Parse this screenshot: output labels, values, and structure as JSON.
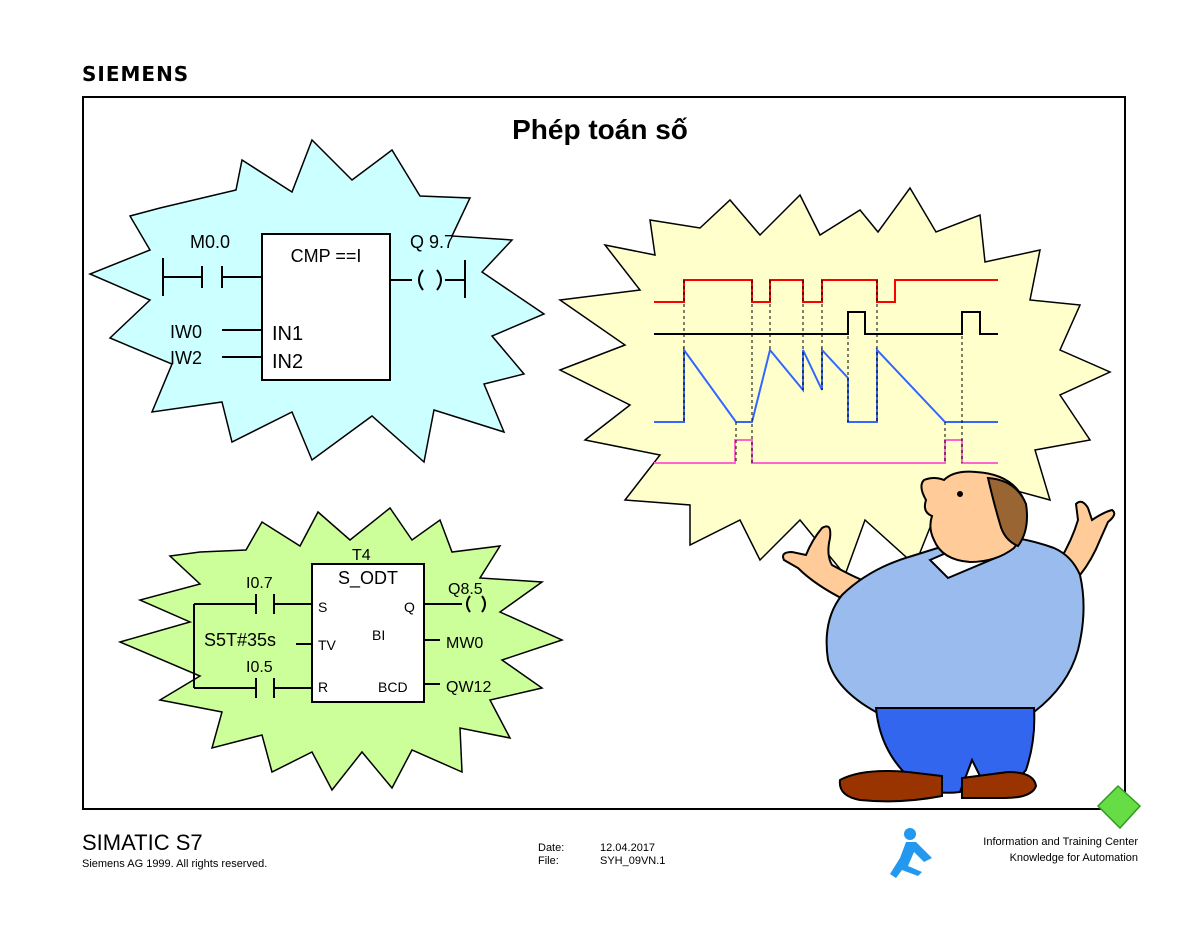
{
  "header": {
    "brand": "SIEMENS"
  },
  "slide": {
    "title": "Phép toán số"
  },
  "cmp_block": {
    "contact": "M0.0",
    "function": "CMP ==I",
    "coil": "Q 9.7",
    "coil_symbol": "( )",
    "input1_operand": "IW0",
    "input1_pin": "IN1",
    "input2_operand": "IW2",
    "input2_pin": "IN2"
  },
  "timer_block": {
    "name": "T4",
    "function": "S_ODT",
    "start_contact": "I0.7",
    "time_value": "S5T#35s",
    "reset_contact": "I0.5",
    "pin_s": "S",
    "pin_tv": "TV",
    "pin_r": "R",
    "pin_q": "Q",
    "pin_bi": "BI",
    "pin_bcd": "BCD",
    "q_coil": "Q8.5",
    "coil_symbol": "( )",
    "bi_out": "MW0",
    "bcd_out": "QW12"
  },
  "colors": {
    "cmp_bg": "#ccffff",
    "timer_bg": "#ccff99",
    "waveform_bg": "#ffffcc",
    "signal_red": "#ff0000",
    "signal_black": "#000000",
    "signal_blue": "#3366ff",
    "signal_pink": "#ff66cc"
  },
  "footer": {
    "product": "SIMATIC S7",
    "copyright": "Siemens AG 1999. All rights reserved.",
    "date_label": "Date:",
    "date_value": "12.04.2017",
    "file_label": "File:",
    "file_value": "SYH_09VN.1",
    "center_line1": "Information and Training Center",
    "center_line2": "Knowledge for Automation"
  }
}
